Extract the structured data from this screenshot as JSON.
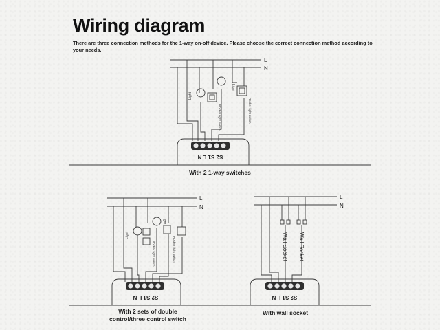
{
  "header": {
    "title": "Wiring diagram",
    "subtitle": "There are three connection methods for the 1-way on-off device. Please choose the correct connection method according to your needs."
  },
  "diagram1": {
    "caption": "With 2 1-way switches",
    "line_label": "L",
    "neutral_label": "N",
    "light_a": "Light",
    "light_b": "Light",
    "switch_a": "Rocker light switch",
    "switch_b": "Rocker light switch",
    "terminals": "S2 S1 L N"
  },
  "diagram2": {
    "caption_line1": "With 2 sets of double",
    "caption_line2": "control/three control switch",
    "line_label": "L",
    "neutral_label": "N",
    "light_a": "Light",
    "light_b": "Light",
    "switch_a": "Rocker light switch",
    "switch_b": "Rocker light switch",
    "terminals": "S2 S1 L N"
  },
  "diagram3": {
    "caption": "With wall socket",
    "line_label": "L",
    "neutral_label": "N",
    "socket_a": "Wall Socket",
    "socket_b": "Wall Socket",
    "terminals": "S2 S1 L N"
  },
  "colors": {
    "line": "#3a3a3a",
    "background": "#f3f3f1"
  }
}
